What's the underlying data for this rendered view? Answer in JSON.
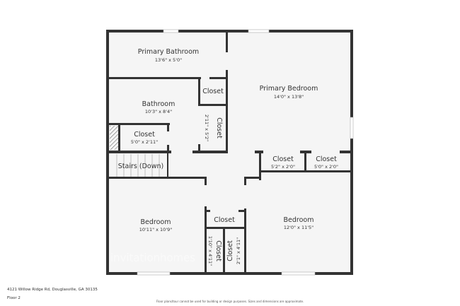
{
  "rooms": {
    "primary_bathroom": {
      "name": "Primary Bathroom",
      "dim": "13'6\" x 5'0\""
    },
    "primary_bedroom": {
      "name": "Primary Bedroom",
      "dim": "14'0\" x 13'8\""
    },
    "closet_a": {
      "name": "Closet"
    },
    "bathroom": {
      "name": "Bathroom",
      "dim": "10'3\" x 8'4\""
    },
    "closet_b": {
      "name": "Closet",
      "dim": "2'11\" x 5'2\""
    },
    "closet_c": {
      "name": "Closet",
      "dim": "5'0\" x 2'11\""
    },
    "closet_d": {
      "name": "Closet",
      "dim": "5'2\" x 2'0\""
    },
    "closet_e": {
      "name": "Closet",
      "dim": "5'0\" x 2'0\""
    },
    "stairs": {
      "name": "Stairs (Down)"
    },
    "bedroom_left": {
      "name": "Bedroom",
      "dim": "10'11\" x 10'9\""
    },
    "bedroom_right": {
      "name": "Bedroom",
      "dim": "12'0\" x 11'5\""
    },
    "closet_f": {
      "name": "Closet"
    },
    "closet_g": {
      "name": "Closet",
      "dim": "1'10\" x 4'11\""
    },
    "closet_h": {
      "name": "Closet",
      "dim": "2'1\" x 4'11\""
    }
  },
  "footer": {
    "address": "4121 Willow Ridge Rd, Douglasville, GA 30135",
    "floor": "Floor 2",
    "disclaimer": "Floor plans/tour cannot be used for building or design purposes. Sizes and dimensions are approximate."
  },
  "watermark": "invitationhomes",
  "colors": {
    "wall": "#333333",
    "floor": "#f5f5f5"
  }
}
